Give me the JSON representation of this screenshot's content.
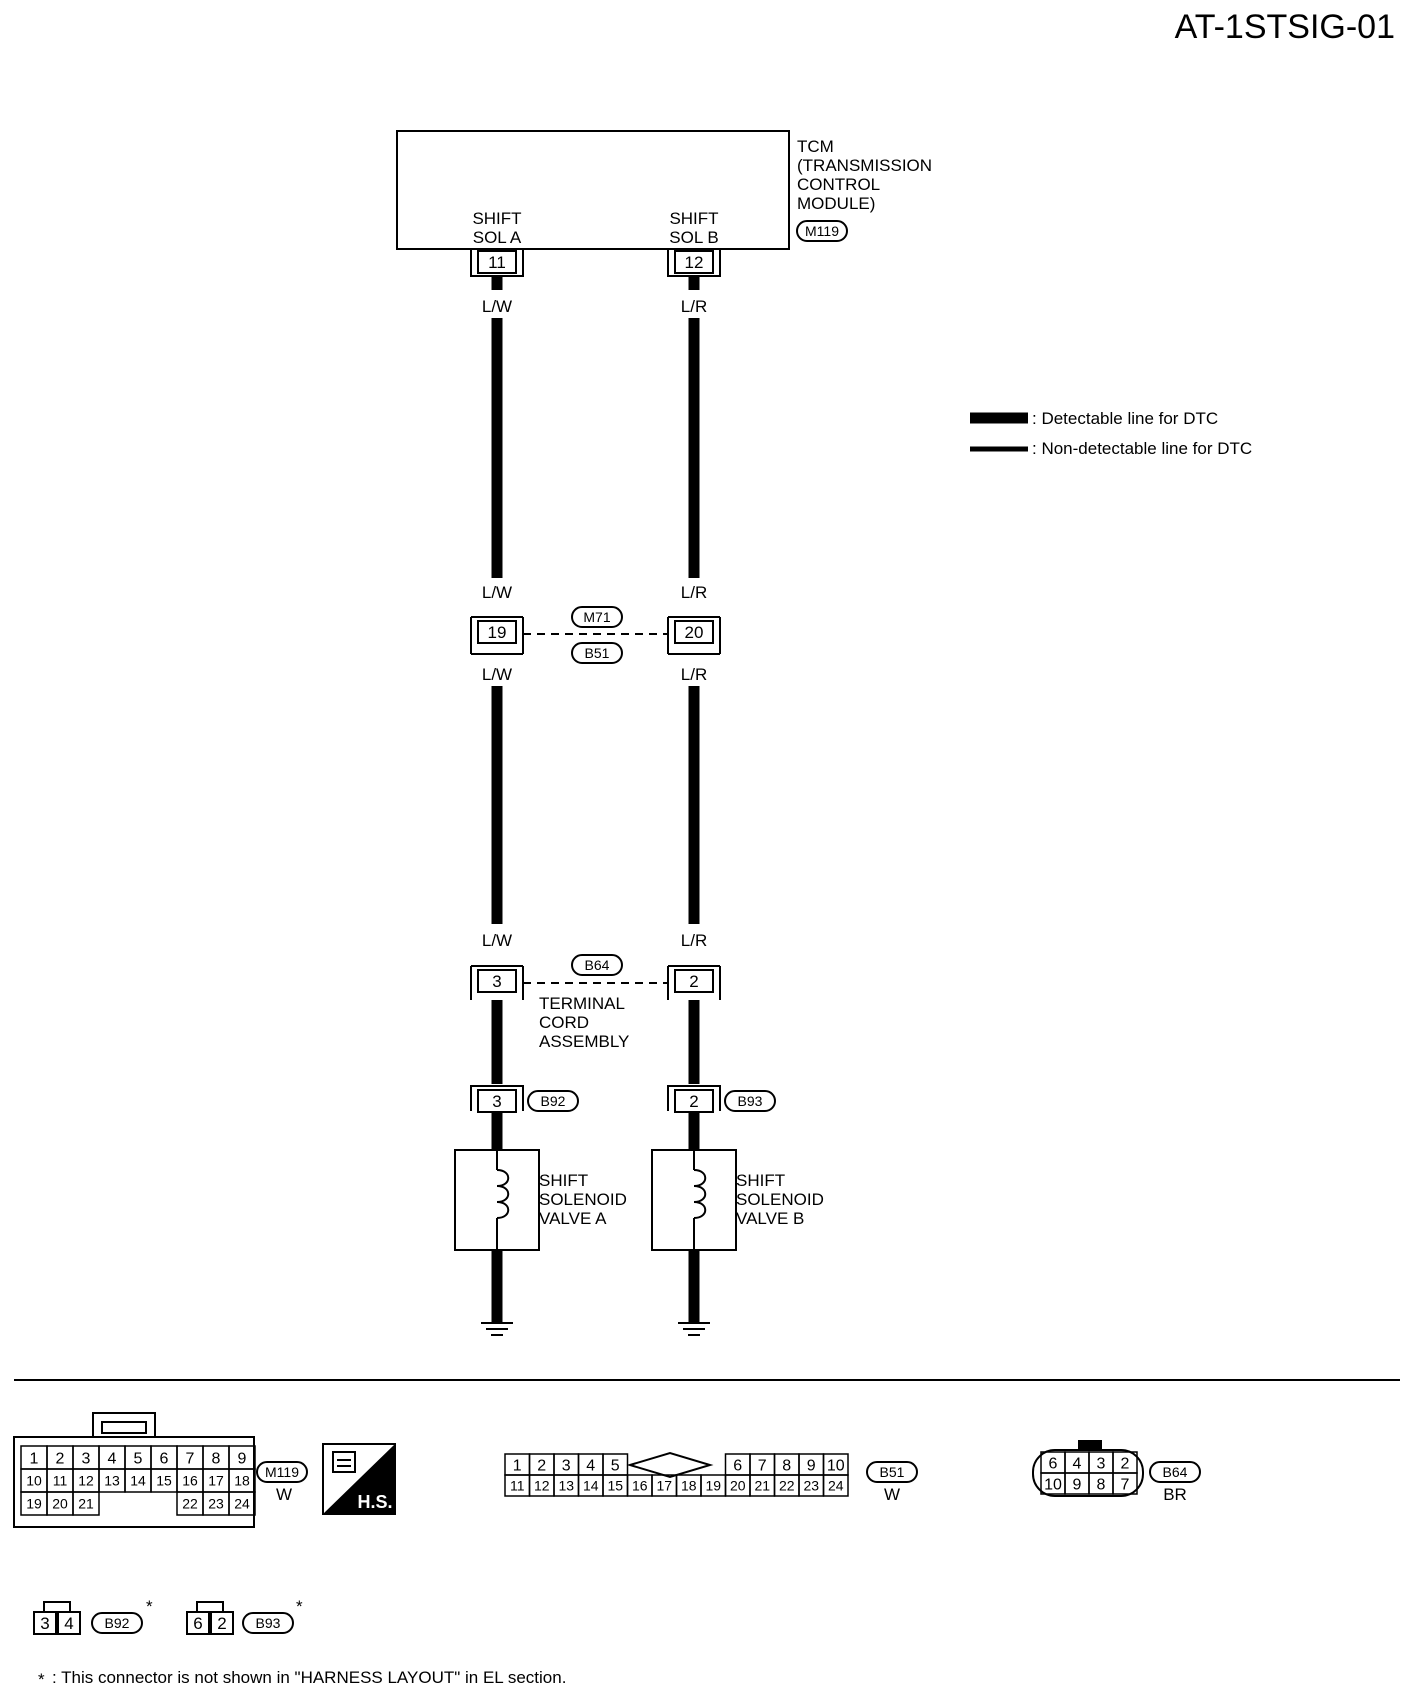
{
  "title": "AT-1STSIG-01",
  "legend": {
    "detectable": ": Detectable line for DTC",
    "non_detectable": ": Non-detectable line for DTC"
  },
  "tcm": {
    "lines": [
      "TCM",
      "(TRANSMISSION",
      "CONTROL",
      "MODULE)"
    ],
    "connector": "M119",
    "pin_a_label": [
      "SHIFT",
      "SOL A"
    ],
    "pin_b_label": [
      "SHIFT",
      "SOL B"
    ],
    "pin_a": "11",
    "pin_b": "12"
  },
  "wires": {
    "a_color": "L/W",
    "b_color": "L/R"
  },
  "junction1": {
    "pin_a": "19",
    "pin_b": "20",
    "conn_top": "M71",
    "conn_bottom": "B51"
  },
  "junction2": {
    "pin_a": "3",
    "pin_b": "2",
    "conn": "B64",
    "label": [
      "TERMINAL",
      "CORD",
      "ASSEMBLY"
    ]
  },
  "junction3": {
    "pin_a": "3",
    "conn_a": "B92",
    "pin_b": "2",
    "conn_b": "B93"
  },
  "solenoid_a": [
    "SHIFT",
    "SOLENOID",
    "VALVE A"
  ],
  "solenoid_b": [
    "SHIFT",
    "SOLENOID",
    "VALVE B"
  ],
  "connectors": {
    "m119": {
      "id": "M119",
      "color": "W",
      "row1": [
        "1",
        "2",
        "3",
        "4",
        "5",
        "6",
        "7",
        "8",
        "9"
      ],
      "row2": [
        "10",
        "11",
        "12",
        "13",
        "14",
        "15",
        "16",
        "17",
        "18"
      ],
      "row3_left": [
        "19",
        "20",
        "21"
      ],
      "row3_right": [
        "22",
        "23",
        "24"
      ]
    },
    "hs": "H.S.",
    "b51": {
      "id": "B51",
      "color": "W",
      "row1_left": [
        "1",
        "2",
        "3",
        "4",
        "5"
      ],
      "row1_right": [
        "6",
        "7",
        "8",
        "9",
        "10"
      ],
      "row2": [
        "11",
        "12",
        "13",
        "14",
        "15",
        "16",
        "17",
        "18",
        "19",
        "20",
        "21",
        "22",
        "23",
        "24"
      ]
    },
    "b64": {
      "id": "B64",
      "color": "BR",
      "row1": [
        "6",
        "4",
        "3",
        "2"
      ],
      "row2": [
        "10",
        "9",
        "8",
        "7"
      ]
    },
    "b92": {
      "id": "B92",
      "pins": [
        "3",
        "4"
      ]
    },
    "b93": {
      "id": "B93",
      "pins": [
        "6",
        "2"
      ]
    }
  },
  "asterisk": "*",
  "footnote": ": This connector is not shown in \"HARNESS LAYOUT\" in EL section."
}
